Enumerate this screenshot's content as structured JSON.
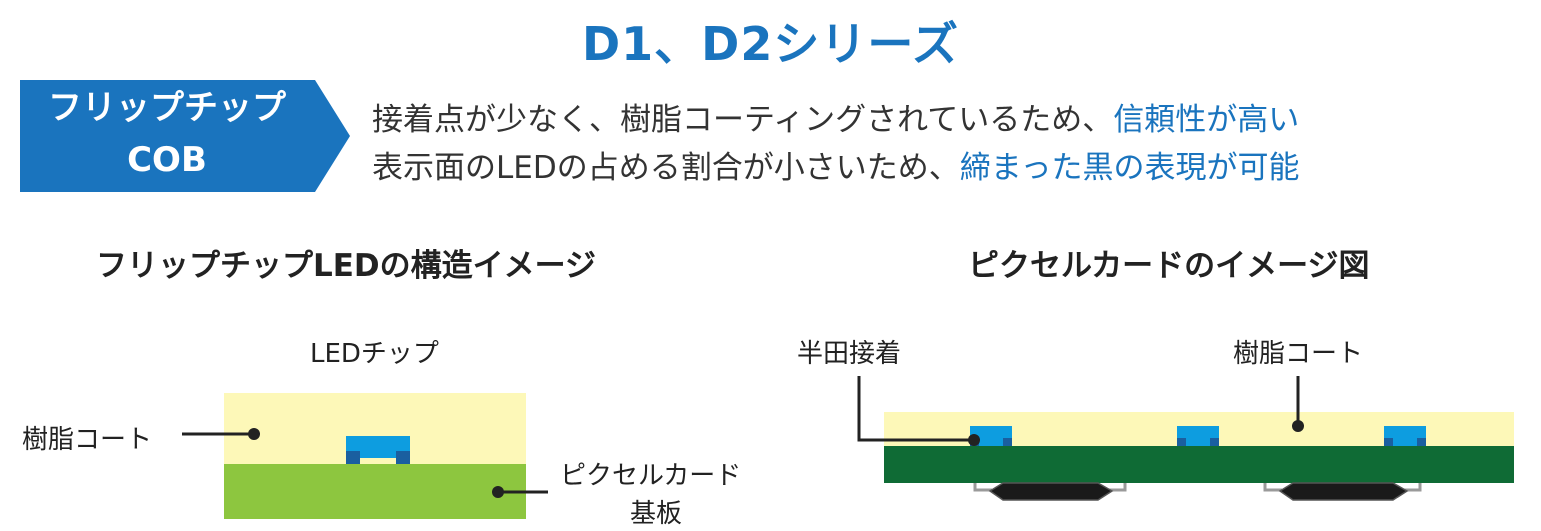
{
  "title": "D1、D2シリーズ",
  "banner": {
    "line1": "フリップチップ",
    "line2": "COB",
    "color": "#1a74be"
  },
  "features": [
    {
      "text": "接着点が少なく、樹脂コーティングされているため、",
      "highlight": "信頼性が高い"
    },
    {
      "text": "表示面のLEDの占める割合が小さいため、",
      "highlight": "締まった黒の表現が可能"
    }
  ],
  "left_diagram": {
    "heading": "フリップチップLEDの構造イメージ",
    "label_chip": "LEDチップ",
    "label_resin": "樹脂コート",
    "label_board_line1": "ピクセルカード",
    "label_board_line2": "基板",
    "colors": {
      "resin": "#fdf8b8",
      "board": "#8dc63f",
      "chip": "#0d9de0",
      "chip_pad": "#1a5fa0"
    }
  },
  "right_diagram": {
    "heading": "ピクセルカードのイメージ図",
    "label_solder": "半田接着",
    "label_resin": "樹脂コート",
    "colors": {
      "resin": "#fdf8b8",
      "board": "#0f6b35",
      "chip": "#0d9de0",
      "component": "#1a1a1a"
    }
  }
}
